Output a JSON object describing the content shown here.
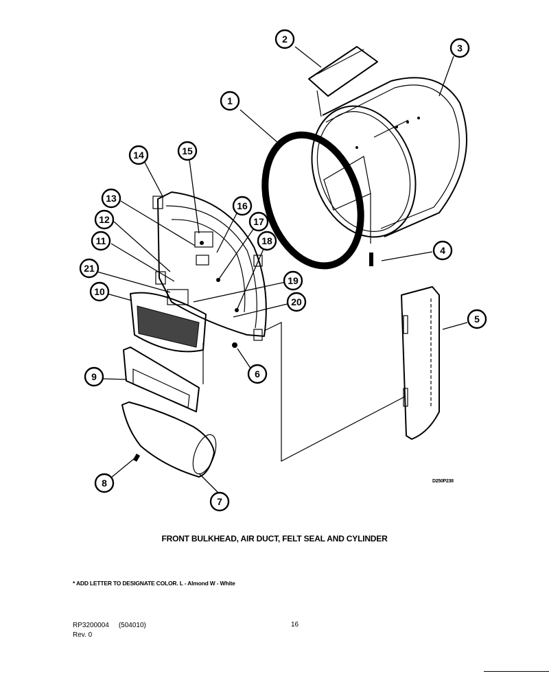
{
  "diagram": {
    "callouts": [
      {
        "label": "1"
      },
      {
        "label": "2"
      },
      {
        "label": "3"
      },
      {
        "label": "4"
      },
      {
        "label": "5"
      },
      {
        "label": "6"
      },
      {
        "label": "7"
      },
      {
        "label": "8"
      },
      {
        "label": "9"
      },
      {
        "label": "10"
      },
      {
        "label": "11"
      },
      {
        "label": "12"
      },
      {
        "label": "13"
      },
      {
        "label": "14"
      },
      {
        "label": "15"
      },
      {
        "label": "16"
      },
      {
        "label": "17"
      },
      {
        "label": "18"
      },
      {
        "label": "19"
      },
      {
        "label": "20"
      },
      {
        "label": "21"
      }
    ],
    "drawing_code": "D250P238"
  },
  "title": "FRONT BULKHEAD, AIR DUCT, FELT SEAL AND CYLINDER",
  "note": "* ADD LETTER TO DESIGNATE COLOR.  L - Almond  W - White",
  "footer": {
    "part_number": "RP3200004",
    "revision_code": "(504010)",
    "rev": "Rev. 0",
    "page": "16"
  }
}
